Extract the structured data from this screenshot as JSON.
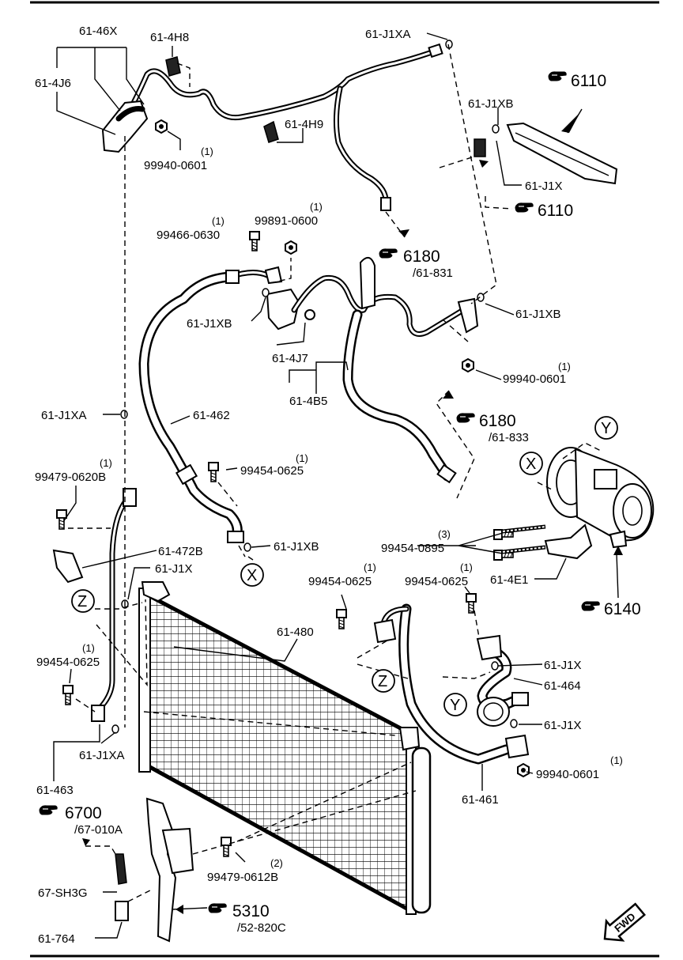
{
  "labels": {
    "p_61_46x": "61-46X",
    "p_61_4h8": "61-4H8",
    "p_61_j1xa_top": "61-J1XA",
    "p_61_4j6": "61-4J6",
    "p_61_4h9": "61-4H9",
    "p_99940_0601_a": "99940-0601",
    "q_99940_0601_a": "(1)",
    "p_61_j1xb_top": "61-J1XB",
    "p_61_j1x_top": "61-J1X",
    "p_99466_0630": "99466-0630",
    "q_99466_0630": "(1)",
    "p_99891_0600": "99891-0600",
    "q_99891_0600": "(1)",
    "p_61_j1xb_mid": "61-J1XB",
    "p_61_4j7": "61-4J7",
    "p_61_4b5": "61-4B5",
    "p_61_j1xb_right": "61-J1XB",
    "p_99940_0601_b": "99940-0601",
    "q_99940_0601_b": "(1)",
    "p_61_j1xa_left": "61-J1XA",
    "p_61_462": "61-462",
    "p_99479_0620b": "99479-0620B",
    "q_99479_0620b": "(1)",
    "p_99454_0625_a": "99454-0625",
    "q_99454_0625_a": "(1)",
    "p_61_472b": "61-472B",
    "p_61_j1x_left": "61-J1X",
    "p_61_j1xb_low": "61-J1XB",
    "p_99454_0895": "99454-0895",
    "q_99454_0895": "(3)",
    "p_61_4e1": "61-4E1",
    "p_99454_0625_b": "99454-0625",
    "q_99454_0625_b": "(1)",
    "p_99454_0625_c": "99454-0625",
    "q_99454_0625_c": "(1)",
    "p_61_480": "61-480",
    "p_99454_0625_d": "99454-0625",
    "q_99454_0625_d": "(1)",
    "p_61_j1x_r1": "61-J1X",
    "p_61_464": "61-464",
    "p_61_j1x_r2": "61-J1X",
    "p_61_j1xa_low": "61-J1XA",
    "p_61_463": "61-463",
    "p_99940_0601_c": "99940-0601",
    "q_99940_0601_c": "(1)",
    "p_61_461": "61-461",
    "p_99479_0612b": "99479-0612B",
    "q_99479_0612b": "(2)",
    "p_67_sh3g": "67-SH3G",
    "p_61_764": "61-764"
  },
  "refs": {
    "r_6110_a": "6110",
    "r_6110_b": "6110",
    "r_6180_a": "6180",
    "r_6180_a_sub": "/61-831",
    "r_6180_b": "6180",
    "r_6180_b_sub": "/61-833",
    "r_6140": "6140",
    "r_6700": "6700",
    "r_6700_sub": "/67-010A",
    "r_5310": "5310",
    "r_5310_sub": "/52-820C"
  },
  "markers": {
    "x1": "X",
    "x2": "X",
    "y1": "Y",
    "y2": "Y",
    "z1": "Z",
    "z2": "Z"
  },
  "badge": {
    "fwd": "FWD"
  },
  "icons": [
    "hand-pointer-icon",
    "fwd-arrow-icon"
  ]
}
